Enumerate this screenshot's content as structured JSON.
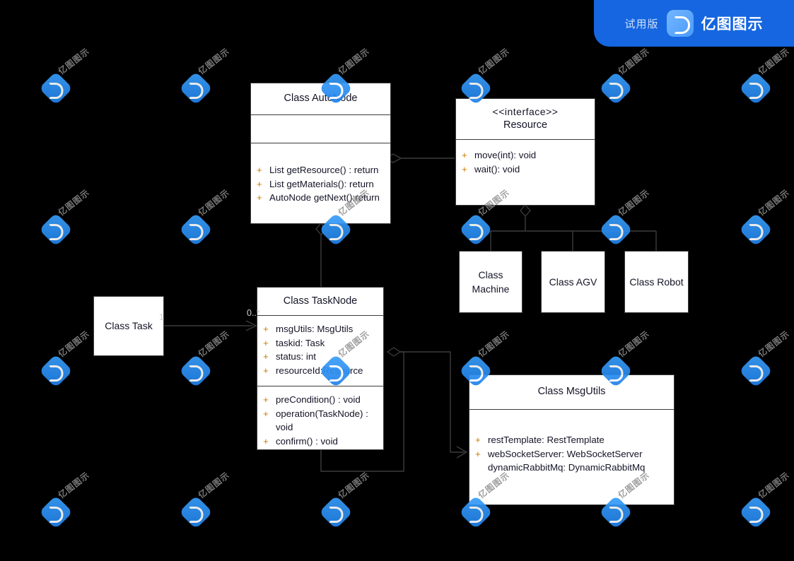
{
  "banner": {
    "trial_label": "试用版",
    "brand_name": "亿图图示",
    "logo_icon": "edraw-logo-icon",
    "bg_color": "#1566e0"
  },
  "watermark": {
    "text": "亿图图示",
    "logo_icon": "edraw-watermark-icon"
  },
  "canvas": {
    "background_color": "#000000",
    "class_fill": "#ffffff",
    "line_color": "#3c3c3c"
  },
  "classes": [
    {
      "id": "auto-node",
      "title": "Class AutoNode",
      "stereotype": "",
      "attributes": [],
      "methods": [
        {
          "visibility": "+",
          "signature": "List getResource() : return"
        },
        {
          "visibility": "+",
          "signature": "List getMaterials(): return"
        },
        {
          "visibility": "+",
          "signature": "AutoNode getNext():return"
        }
      ]
    },
    {
      "id": "resource",
      "title": "Resource",
      "stereotype": "<<interface>>",
      "attributes": [],
      "methods": [
        {
          "visibility": "+",
          "signature": "move(int): void"
        },
        {
          "visibility": "+",
          "signature": "wait(): void"
        }
      ]
    },
    {
      "id": "machine",
      "title": "Class Machine",
      "stereotype": "",
      "attributes": [],
      "methods": []
    },
    {
      "id": "agv",
      "title": "Class AGV",
      "stereotype": "",
      "attributes": [],
      "methods": []
    },
    {
      "id": "robot",
      "title": "Class Robot",
      "stereotype": "",
      "attributes": [],
      "methods": []
    },
    {
      "id": "task",
      "title": "Class Task",
      "stereotype": "",
      "attributes": [],
      "methods": []
    },
    {
      "id": "task-node",
      "title": "Class TaskNode",
      "stereotype": "",
      "attributes": [
        {
          "visibility": "+",
          "signature": "msgUtils: MsgUtils"
        },
        {
          "visibility": "+",
          "signature": "taskid: Task"
        },
        {
          "visibility": "+",
          "signature": "status: int"
        },
        {
          "visibility": "+",
          "signature": "resourceId:Resource"
        }
      ],
      "methods": [
        {
          "visibility": "+",
          "signature": "preCondition() : void"
        },
        {
          "visibility": "+",
          "signature": "operation(TaskNode) : void"
        },
        {
          "visibility": "+",
          "signature": "confirm() : void"
        }
      ]
    },
    {
      "id": "msg-utils",
      "title": "Class MsgUtils",
      "stereotype": "",
      "attributes": [
        {
          "visibility": "+",
          "signature": "restTemplate: RestTemplate"
        },
        {
          "visibility": "+",
          "signature": "webSocketServer: WebSocketServer"
        },
        {
          "visibility": "",
          "signature": "dynamicRabbitMq: DynamicRabbitMq"
        }
      ],
      "methods": []
    }
  ],
  "multiplicities": [
    {
      "id": "task-end",
      "value": "1"
    },
    {
      "id": "task-node-end",
      "value": "0..*"
    }
  ],
  "relationships": [
    {
      "from": "auto-node",
      "to": "resource",
      "type": "aggregation"
    },
    {
      "from": "auto-node",
      "to": "task-node",
      "type": "aggregation"
    },
    {
      "from": "resource",
      "to": "machine",
      "type": "generalization"
    },
    {
      "from": "resource",
      "to": "agv",
      "type": "generalization"
    },
    {
      "from": "resource",
      "to": "robot",
      "type": "generalization"
    },
    {
      "from": "task",
      "to": "task-node",
      "type": "association"
    },
    {
      "from": "task-node",
      "to": "msg-utils",
      "type": "aggregation"
    },
    {
      "from": "task-node",
      "to": "task-node",
      "type": "aggregation"
    }
  ]
}
